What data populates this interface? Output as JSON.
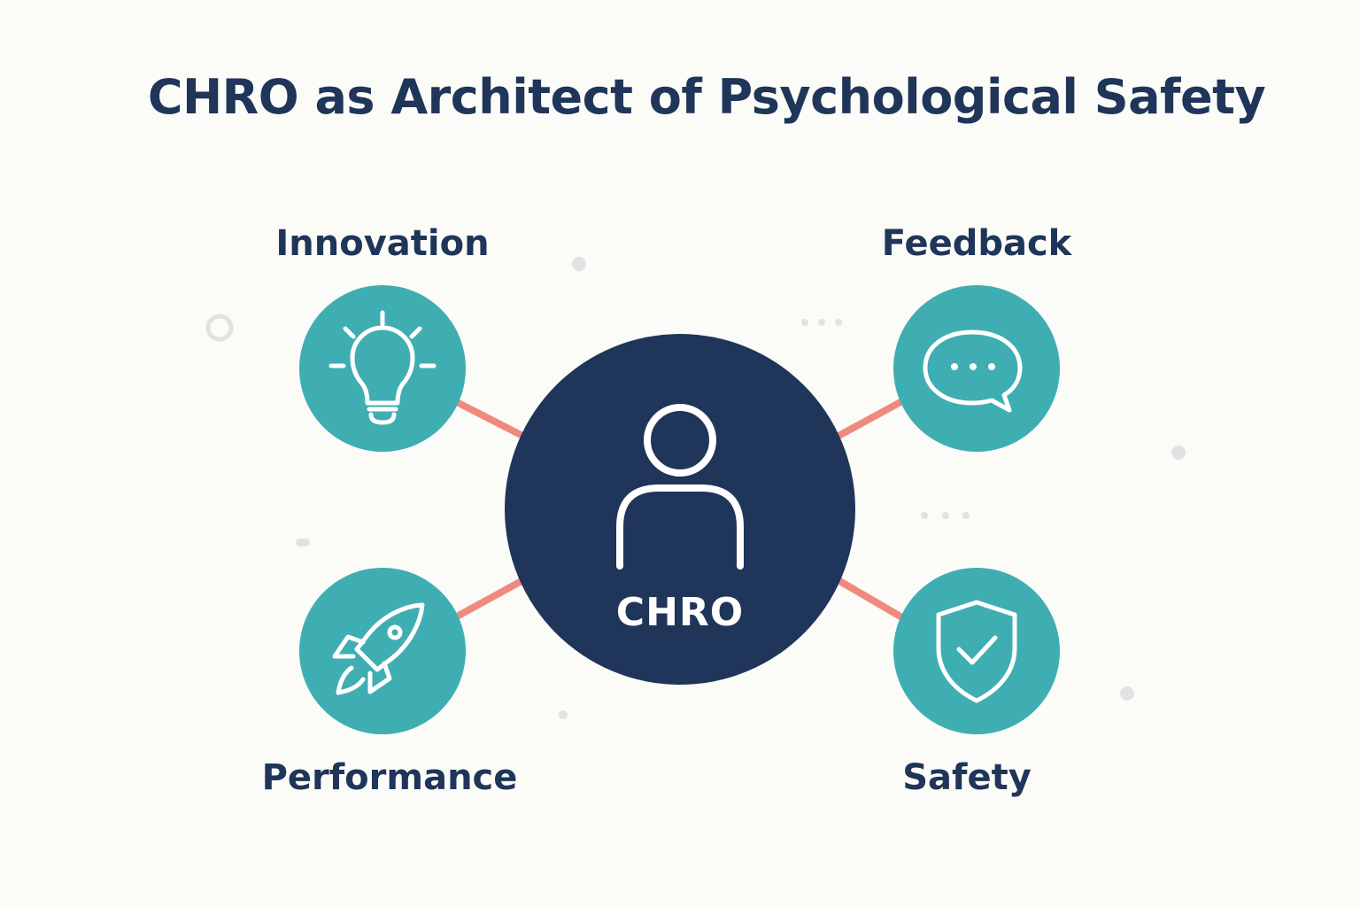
{
  "title": "CHRO as Architect of Psychological Safety",
  "center": {
    "label": "CHRO",
    "icon": "person-icon"
  },
  "nodes": [
    {
      "id": "innovation",
      "label": "Innovation",
      "icon": "lightbulb-icon"
    },
    {
      "id": "feedback",
      "label": "Feedback",
      "icon": "chat-bubble-icon"
    },
    {
      "id": "performance",
      "label": "Performance",
      "icon": "rocket-icon"
    },
    {
      "id": "safety",
      "label": "Safety",
      "icon": "shield-check-icon"
    }
  ],
  "colors": {
    "center_fill": "#1f3559",
    "node_fill": "#3faeb3",
    "connector": "#ef8a7e",
    "text": "#1f3559",
    "decor": "#e2e2e2"
  }
}
